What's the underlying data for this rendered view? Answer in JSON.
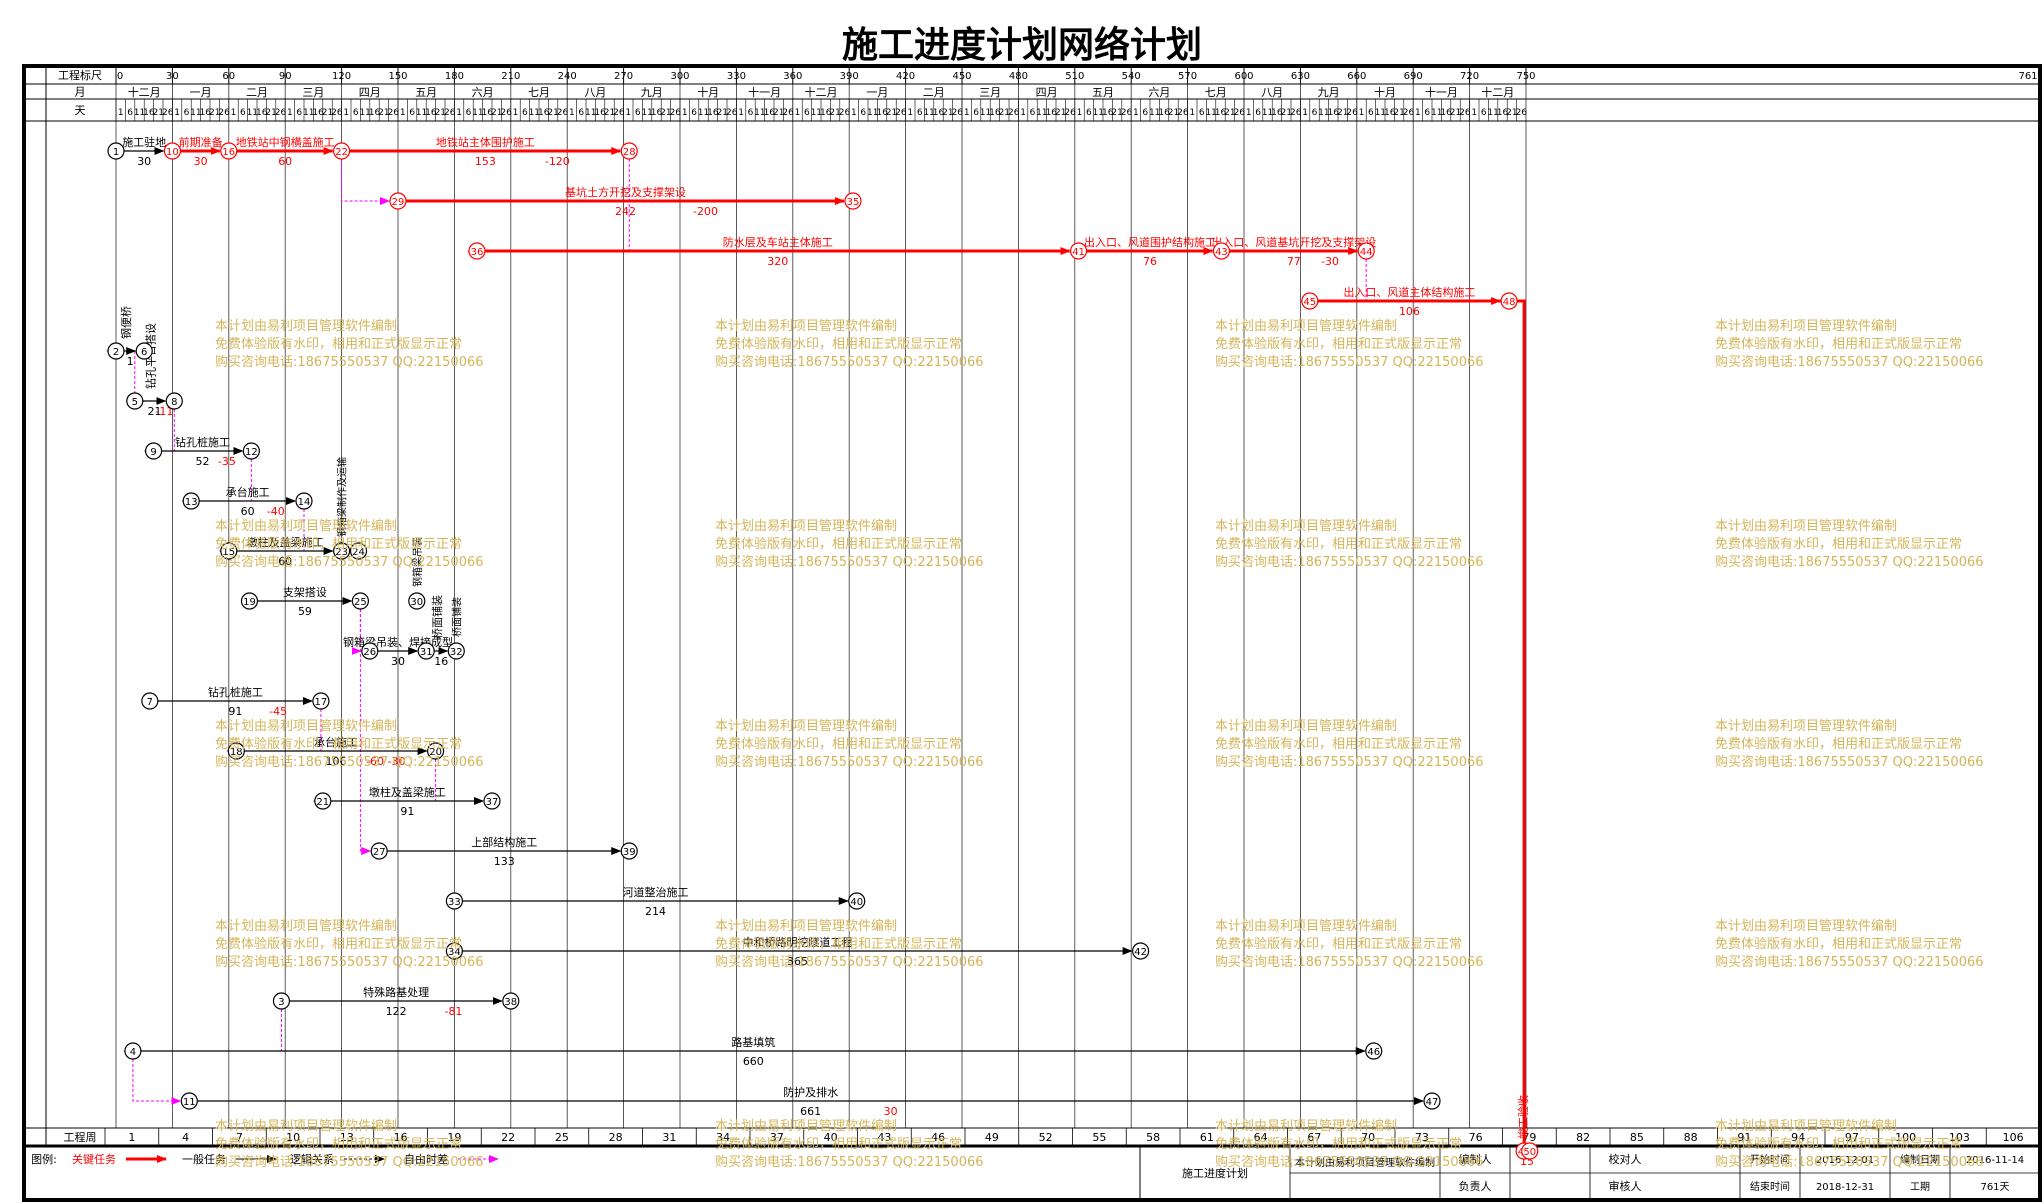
{
  "title": "施工进度计划网络计划",
  "scale": {
    "row_labels": [
      "工程标尺",
      "月",
      "天"
    ],
    "ticks": [
      0,
      30,
      60,
      90,
      120,
      150,
      180,
      210,
      240,
      270,
      300,
      330,
      360,
      390,
      420,
      450,
      480,
      510,
      540,
      570,
      600,
      630,
      660,
      690,
      720,
      750
    ],
    "end_tick": "761",
    "months": [
      "十二月",
      "一月",
      "二月",
      "三月",
      "四月",
      "五月",
      "六月",
      "七月",
      "八月",
      "九月",
      "十月",
      "十一月",
      "十二月",
      "一月",
      "二月",
      "三月",
      "四月",
      "五月",
      "六月",
      "七月",
      "八月",
      "九月",
      "十月",
      "十一月",
      "十二月"
    ],
    "day_pattern": [
      "1",
      "6",
      "11",
      "16",
      "21",
      "26"
    ]
  },
  "bottom": {
    "label": "工程周",
    "weeks": [
      "1",
      "4",
      "7",
      "10",
      "13",
      "16",
      "19",
      "22",
      "25",
      "28",
      "31",
      "34",
      "37",
      "40",
      "43",
      "46",
      "49",
      "52",
      "55",
      "58",
      "61",
      "64",
      "67",
      "70",
      "73",
      "76",
      "79",
      "82",
      "85",
      "88",
      "91",
      "94",
      "97",
      "100",
      "103",
      "106"
    ]
  },
  "legend": {
    "label": "图例:",
    "items": [
      {
        "name": "关键任务",
        "color": "#ff0000"
      },
      {
        "name": "一般任务",
        "color": "#000000"
      },
      {
        "name": "逻辑关系",
        "color": "#000000"
      },
      {
        "name": "自由时差",
        "color": "#ff00ff"
      }
    ]
  },
  "info": {
    "plan_name": "施工进度计划",
    "software": "本计划由易利项目管理软件编制",
    "labels": {
      "editor": "编制人",
      "reviewer": "校对人",
      "approver": "审核人",
      "lead": "负责人",
      "start": "开始时间",
      "end": "结束时间",
      "made": "编制日期",
      "duration": "工期"
    },
    "values": {
      "start": "2016-12-01",
      "end": "2018-12-31",
      "made": "2016-11-14",
      "duration": "761天"
    }
  },
  "watermark": [
    "本计划由易利项目管理软件编制",
    "免费体验版有水印，相用和正式版显示正常",
    "购买咨询电话:18675550537 QQ:22150066"
  ],
  "colors": {
    "critical": "#ff0000",
    "normal": "#000000",
    "float": "#ff00ff",
    "watermark": "#d4b55a"
  },
  "network": {
    "nodes": [
      {
        "id": "1",
        "col": 0,
        "row": 0
      },
      {
        "id": "10",
        "col": 30,
        "row": 0
      },
      {
        "id": "16",
        "col": 60,
        "row": 0
      },
      {
        "id": "22",
        "col": 120,
        "row": 0
      },
      {
        "id": "28",
        "col": 273,
        "row": 0
      },
      {
        "id": "29",
        "col": 150,
        "row": 1
      },
      {
        "id": "35",
        "col": 392,
        "row": 1
      },
      {
        "id": "36",
        "col": 192,
        "row": 2
      },
      {
        "id": "41",
        "col": 512,
        "row": 2
      },
      {
        "id": "43",
        "col": 588,
        "row": 2
      },
      {
        "id": "44",
        "col": 665,
        "row": 2
      },
      {
        "id": "45",
        "col": 635,
        "row": 3
      },
      {
        "id": "48",
        "col": 741,
        "row": 3
      },
      {
        "id": "2",
        "col": 0,
        "row": 4
      },
      {
        "id": "6",
        "col": 15,
        "row": 4
      },
      {
        "id": "5",
        "col": 10,
        "row": 5
      },
      {
        "id": "8",
        "col": 31,
        "row": 5
      },
      {
        "id": "9",
        "col": 20,
        "row": 6
      },
      {
        "id": "12",
        "col": 72,
        "row": 6
      },
      {
        "id": "13",
        "col": 40,
        "row": 7
      },
      {
        "id": "14",
        "col": 100,
        "row": 7
      },
      {
        "id": "15",
        "col": 60,
        "row": 8
      },
      {
        "id": "23",
        "col": 120,
        "row": 8
      },
      {
        "id": "24",
        "col": 129,
        "row": 8
      },
      {
        "id": "19",
        "col": 71,
        "row": 9
      },
      {
        "id": "25",
        "col": 130,
        "row": 9
      },
      {
        "id": "30",
        "col": 160,
        "row": 9
      },
      {
        "id": "26",
        "col": 135,
        "row": 10
      },
      {
        "id": "31",
        "col": 165,
        "row": 10
      },
      {
        "id": "32",
        "col": 181,
        "row": 10
      },
      {
        "id": "7",
        "col": 18,
        "row": 11
      },
      {
        "id": "17",
        "col": 109,
        "row": 11
      },
      {
        "id": "18",
        "col": 64,
        "row": 12
      },
      {
        "id": "20",
        "col": 170,
        "row": 12
      },
      {
        "id": "21",
        "col": 110,
        "row": 13
      },
      {
        "id": "37",
        "col": 200,
        "row": 13
      },
      {
        "id": "27",
        "col": 140,
        "row": 14
      },
      {
        "id": "39",
        "col": 273,
        "row": 14
      },
      {
        "id": "33",
        "col": 180,
        "row": 15
      },
      {
        "id": "40",
        "col": 394,
        "row": 15
      },
      {
        "id": "34",
        "col": 180,
        "row": 16
      },
      {
        "id": "42",
        "col": 545,
        "row": 16
      },
      {
        "id": "3",
        "col": 88,
        "row": 17
      },
      {
        "id": "38",
        "col": 210,
        "row": 17
      },
      {
        "id": "4",
        "col": 9,
        "row": 18
      },
      {
        "id": "46",
        "col": 669,
        "row": 18
      },
      {
        "id": "11",
        "col": 39,
        "row": 19
      },
      {
        "id": "47",
        "col": 700,
        "row": 19
      },
      {
        "id": "49",
        "col": 749,
        "row": 20
      },
      {
        "id": "50",
        "col": 752,
        "row": 20
      }
    ],
    "activities": [
      {
        "from": "1",
        "to": "10",
        "name": "施工驻地",
        "dur": "30",
        "float": "",
        "kind": "normal"
      },
      {
        "from": "10",
        "to": "16",
        "name": "前期准备",
        "dur": "30",
        "float": "",
        "kind": "critical"
      },
      {
        "from": "16",
        "to": "22",
        "name": "地铁站中钢横盖施工",
        "dur": "60",
        "float": "",
        "kind": "critical"
      },
      {
        "from": "22",
        "to": "28",
        "name": "地铁站主体围护施工",
        "dur": "153",
        "float": "-120",
        "kind": "critical"
      },
      {
        "from": "29",
        "to": "35",
        "name": "基坑土方开挖及支撑架设",
        "dur": "242",
        "float": "-200",
        "kind": "critical"
      },
      {
        "from": "36",
        "to": "41",
        "name": "防水层及车站主体施工",
        "dur": "320",
        "float": "",
        "kind": "critical"
      },
      {
        "from": "41",
        "to": "43",
        "name": "出入口、风道围护结构施工",
        "dur": "76",
        "float": "",
        "kind": "critical"
      },
      {
        "from": "43",
        "to": "44",
        "name": "出入口、风道基坑开挖及支撑架设",
        "dur": "77",
        "float": "-30",
        "kind": "critical"
      },
      {
        "from": "45",
        "to": "48",
        "name": "出入口、风道主体结构施工",
        "dur": "106",
        "float": "",
        "kind": "critical"
      },
      {
        "from": "2",
        "to": "6",
        "name": "钢便桥",
        "dur": "1",
        "float": "",
        "kind": "normal"
      },
      {
        "from": "5",
        "to": "8",
        "name": "钻孔平台搭设",
        "dur": "21",
        "float": "-11",
        "kind": "normal"
      },
      {
        "from": "9",
        "to": "12",
        "name": "钻孔桩施工",
        "dur": "52",
        "float": "-35",
        "kind": "normal"
      },
      {
        "from": "13",
        "to": "14",
        "name": "承台施工",
        "dur": "60",
        "float": "-40",
        "kind": "normal"
      },
      {
        "from": "15",
        "to": "23",
        "name": "墩柱及盖梁施工",
        "dur": "60",
        "float": "",
        "kind": "normal"
      },
      {
        "from": "19",
        "to": "25",
        "name": "支架搭设",
        "dur": "59",
        "float": "",
        "kind": "normal"
      },
      {
        "from": "26",
        "to": "31",
        "name": "钢箱梁吊装、焊接成型",
        "dur": "30",
        "float": "",
        "kind": "normal"
      },
      {
        "from": "31",
        "to": "32",
        "name": "桥面铺装",
        "dur": "16",
        "float": "",
        "kind": "normal"
      },
      {
        "from": "7",
        "to": "17",
        "name": "钻孔桩施工",
        "dur": "91",
        "float": "-45",
        "kind": "normal"
      },
      {
        "from": "18",
        "to": "20",
        "name": "承台施工",
        "dur": "106",
        "float": "-60 -30",
        "kind": "normal"
      },
      {
        "from": "21",
        "to": "37",
        "name": "墩柱及盖梁施工",
        "dur": "91",
        "float": "",
        "kind": "normal"
      },
      {
        "from": "27",
        "to": "39",
        "name": "上部结构施工",
        "dur": "133",
        "float": "",
        "kind": "normal"
      },
      {
        "from": "33",
        "to": "40",
        "name": "河道整治施工",
        "dur": "214",
        "float": "",
        "kind": "normal"
      },
      {
        "from": "34",
        "to": "42",
        "name": "中和桥路明挖隧道工程",
        "dur": "365",
        "float": "",
        "kind": "normal"
      },
      {
        "from": "3",
        "to": "38",
        "name": "特殊路基处理",
        "dur": "122",
        "float": "-81",
        "kind": "normal"
      },
      {
        "from": "4",
        "to": "46",
        "name": "路基填筑",
        "dur": "660",
        "float": "",
        "kind": "normal"
      },
      {
        "from": "11",
        "to": "47",
        "name": "防护及排水",
        "dur": "661",
        "float": "30",
        "kind": "normal"
      },
      {
        "from": "49",
        "to": "50",
        "name": "竣工验收",
        "dur": "15",
        "float": "",
        "kind": "critical"
      }
    ],
    "vertical_labels": [
      {
        "node": "23",
        "text": "钢箱梁制作及运输"
      },
      {
        "node": "30",
        "text": "钢箱梁吊装"
      },
      {
        "node": "32",
        "text": "桥面铺装"
      }
    ],
    "float_links": [
      {
        "from": "29",
        "to": "22"
      },
      {
        "from": "36",
        "to": "28"
      },
      {
        "from": "45",
        "to": "44"
      },
      {
        "from": "2",
        "to": "5"
      },
      {
        "from": "9",
        "to": "8"
      },
      {
        "from": "13",
        "to": "12"
      },
      {
        "from": "15",
        "to": "14"
      },
      {
        "from": "18",
        "to": "17"
      },
      {
        "from": "21",
        "to": "20"
      },
      {
        "from": "27",
        "to": "25"
      },
      {
        "from": "26",
        "to": "25"
      },
      {
        "from": "4",
        "to": "3"
      },
      {
        "from": "11",
        "to": "4"
      },
      {
        "from": "48",
        "to": "49"
      }
    ]
  }
}
